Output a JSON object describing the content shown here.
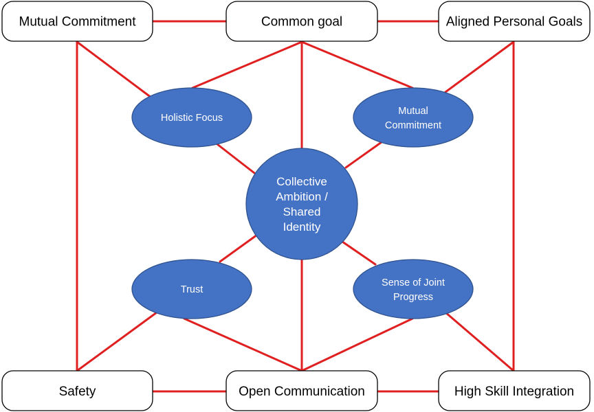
{
  "colors": {
    "connector": "#e02020",
    "ellipse_fill": "#4472c4",
    "ellipse_stroke": "#2f528f",
    "box_fill": "#ffffff",
    "box_stroke": "#000000"
  },
  "boxes": {
    "mutual_commitment": "Mutual Commitment",
    "common_goal": "Common goal",
    "aligned_personal_goals": "Aligned Personal Goals",
    "safety": "Safety",
    "open_communication": "Open Communication",
    "high_skill_integration": "High Skill Integration"
  },
  "ellipses": {
    "holistic_focus": [
      "Holistic Focus"
    ],
    "mutual_commitment": [
      "Mutual",
      "Commitment"
    ],
    "trust": [
      "Trust"
    ],
    "sense_of_joint_progress": [
      "Sense of Joint",
      "Progress"
    ]
  },
  "center": [
    "Collective",
    "Ambition /",
    "Shared",
    "Identity"
  ]
}
